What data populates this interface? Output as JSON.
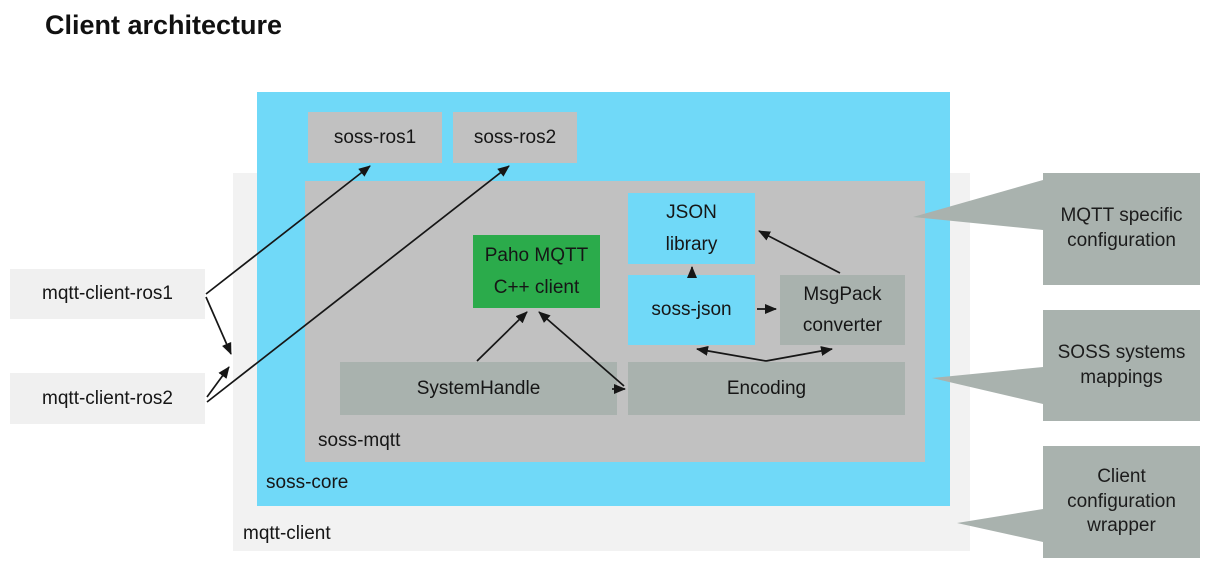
{
  "title": "Client architecture",
  "containers": {
    "outer": "mqtt-client",
    "core": "soss-core",
    "mqtt": "soss-mqtt"
  },
  "boxes": {
    "soss_ros1": {
      "label": "soss-ros1"
    },
    "soss_ros2": {
      "label": "soss-ros2"
    },
    "paho": {
      "line1": "Paho MQTT",
      "line2": "C++ client"
    },
    "json_library": {
      "line1": "JSON",
      "line2": "library"
    },
    "soss_json": {
      "label": "soss-json"
    },
    "msgpack": {
      "line1": "MsgPack",
      "line2": "converter"
    },
    "system_handle": {
      "label": "SystemHandle"
    },
    "encoding": {
      "label": "Encoding"
    }
  },
  "external_labels": {
    "ros1": "mqtt-client-ros1",
    "ros2": "mqtt-client-ros2"
  },
  "callouts": [
    {
      "label": "MQTT specific configuration"
    },
    {
      "label": "SOSS systems mappings"
    },
    {
      "label": "Client configuration wrapper"
    }
  ],
  "colors": {
    "core_cyan": "#70d9f8",
    "module_gray": "#c1c1c1",
    "component_gray_green": "#a9b2ae",
    "paho_green": "#2bab4b",
    "outer_background": "#f2f2f2",
    "external_label_background": "#f0f0f0",
    "arrow": "#161616"
  }
}
